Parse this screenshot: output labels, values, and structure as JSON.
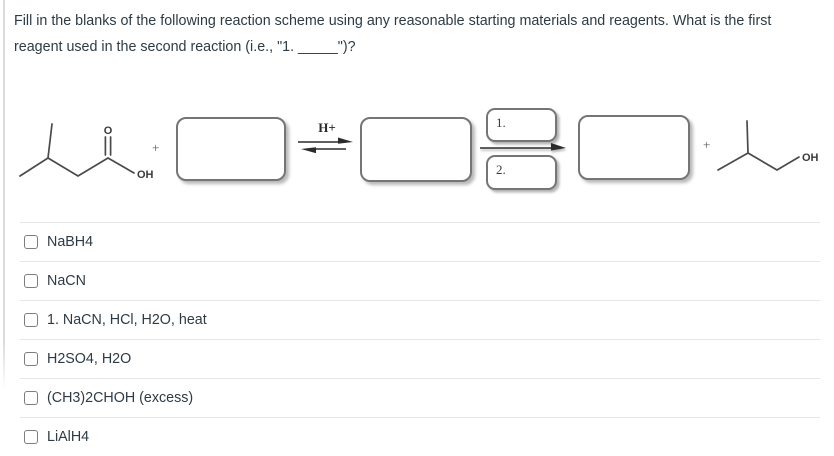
{
  "question": {
    "text": "Fill in the blanks of the following reaction scheme using any reasonable starting materials and reagents. What is the first reagent used in the second reaction (i.e., \"1. _____\")?"
  },
  "scheme": {
    "plus": "+",
    "catalyst": "H+",
    "steps": [
      {
        "label": "1."
      },
      {
        "label": "2."
      }
    ],
    "molecule_left": {
      "carbonyl_o_label": "O",
      "acid_oh_label": "OH"
    },
    "molecule_right": {
      "oh_label": "OH"
    }
  },
  "options": [
    {
      "label": "NaBH4",
      "checked": false
    },
    {
      "label": "NaCN",
      "checked": false
    },
    {
      "label": "1. NaCN, HCl, H2O, heat",
      "checked": false
    },
    {
      "label": "H2SO4, H2O",
      "checked": false
    },
    {
      "label": "(CH3)2CHOH (excess)",
      "checked": false
    },
    {
      "label": "LiAlH4",
      "checked": false
    }
  ],
  "colors": {
    "text": "#2d3b45",
    "divider": "#e4e6e8",
    "box_border": "#757575",
    "molecule_stroke": "#4a4a4a"
  }
}
